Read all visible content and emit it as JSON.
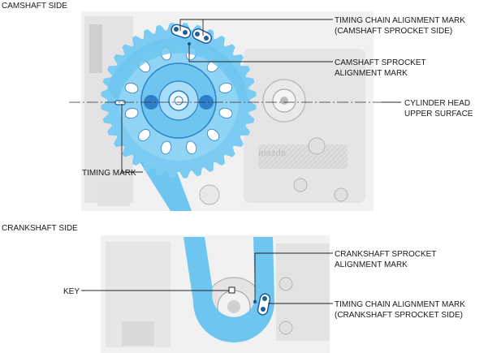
{
  "camshaft_section": {
    "title": "CAMSHAFT SIDE",
    "callouts": {
      "timing_chain_mark": [
        "TIMING CHAIN ALIGNMENT MARK",
        "(CAMSHAFT SPROCKET SIDE)"
      ],
      "sprocket_mark": [
        "CAMSHAFT SPROCKET",
        "ALIGNMENT MARK"
      ],
      "cylinder_head": [
        "CYLINDER HEAD",
        "UPPER SURFACE"
      ],
      "timing_mark": [
        "TIMING MARK"
      ]
    },
    "embossed_text": "mazda"
  },
  "crankshaft_section": {
    "title": "CRANKSHAFT SIDE",
    "callouts": {
      "sprocket_mark": [
        "CRANKSHAFT SPROCKET",
        "ALIGNMENT MARK"
      ],
      "key": [
        "KEY"
      ],
      "timing_chain_mark": [
        "TIMING CHAIN ALIGNMENT MARK",
        "(CRANKSHAFT SPROCKET SIDE)"
      ]
    }
  },
  "colors": {
    "chain_blue": "#6ec6f0",
    "sprocket_blue": "#7ccbf2",
    "dark_blue": "#2d7fc9",
    "engine_gray": "#d9d9d9",
    "line": "#222222"
  }
}
